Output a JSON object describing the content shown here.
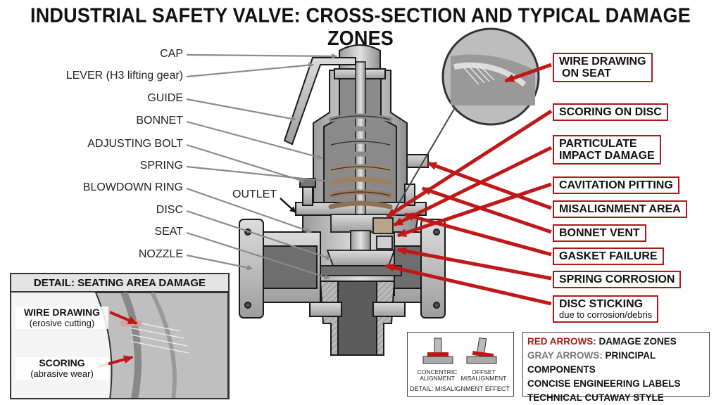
{
  "title": "INDUSTRIAL SAFETY VALVE: CROSS-SECTION AND TYPICAL DAMAGE ZONES",
  "components": [
    {
      "label": "CAP"
    },
    {
      "label": "LEVER (H3 lifting gear)"
    },
    {
      "label": "GUIDE"
    },
    {
      "label": "BONNET"
    },
    {
      "label": "ADJUSTING BOLT"
    },
    {
      "label": "SPRING"
    },
    {
      "label": "BLOWDOWN RING"
    },
    {
      "label": "DISC"
    },
    {
      "label": "SEAT"
    },
    {
      "label": "NOZZLE"
    }
  ],
  "outlet_label": "OUTLET",
  "damage_zones": [
    {
      "line1": "WIRE DRAWING",
      "line2": "ON SEAT"
    },
    {
      "line1": "SCORING ON DISC"
    },
    {
      "line1": "PARTICULATE",
      "line2": "IMPACT DAMAGE"
    },
    {
      "line1": "CAVITATION PITTING"
    },
    {
      "line1": "MISALIGNMENT AREA"
    },
    {
      "line1": "BONNET VENT"
    },
    {
      "line1": "GASKET FAILURE"
    },
    {
      "line1": "SPRING CORROSION"
    },
    {
      "line1": "DISC STICKING",
      "line2": "due to corrosion/debris"
    }
  ],
  "detail": {
    "title": "DETAIL: SEATING AREA DAMAGE",
    "wire_drawing": "WIRE DRAWING",
    "wire_drawing_sub": "(erosive cutting)",
    "scoring": "SCORING",
    "scoring_sub": "(abrasive wear)"
  },
  "misalignment": {
    "concentric": "CONCENTRIC",
    "concentric_sub": "ALIGNMENT",
    "offset": "OFFSET",
    "offset_sub": "MISALIGNMENT",
    "caption": "DETAIL: MISALIGNMENT EFFECT"
  },
  "legend": {
    "red_key": "RED ARROWS:",
    "red_value": "DAMAGE ZONES",
    "gray_key": "GRAY ARROWS:",
    "gray_value": "PRINCIPAL COMPONENTS",
    "line3": "CONCISE ENGINEERING LABELS",
    "line4": "TECHNICAL CUTAWAY STYLE"
  },
  "colors": {
    "damage": "#b01818",
    "component": "#8a8a8a",
    "metal": "#c9c9c9",
    "metal_dark": "#7d7d7d"
  }
}
